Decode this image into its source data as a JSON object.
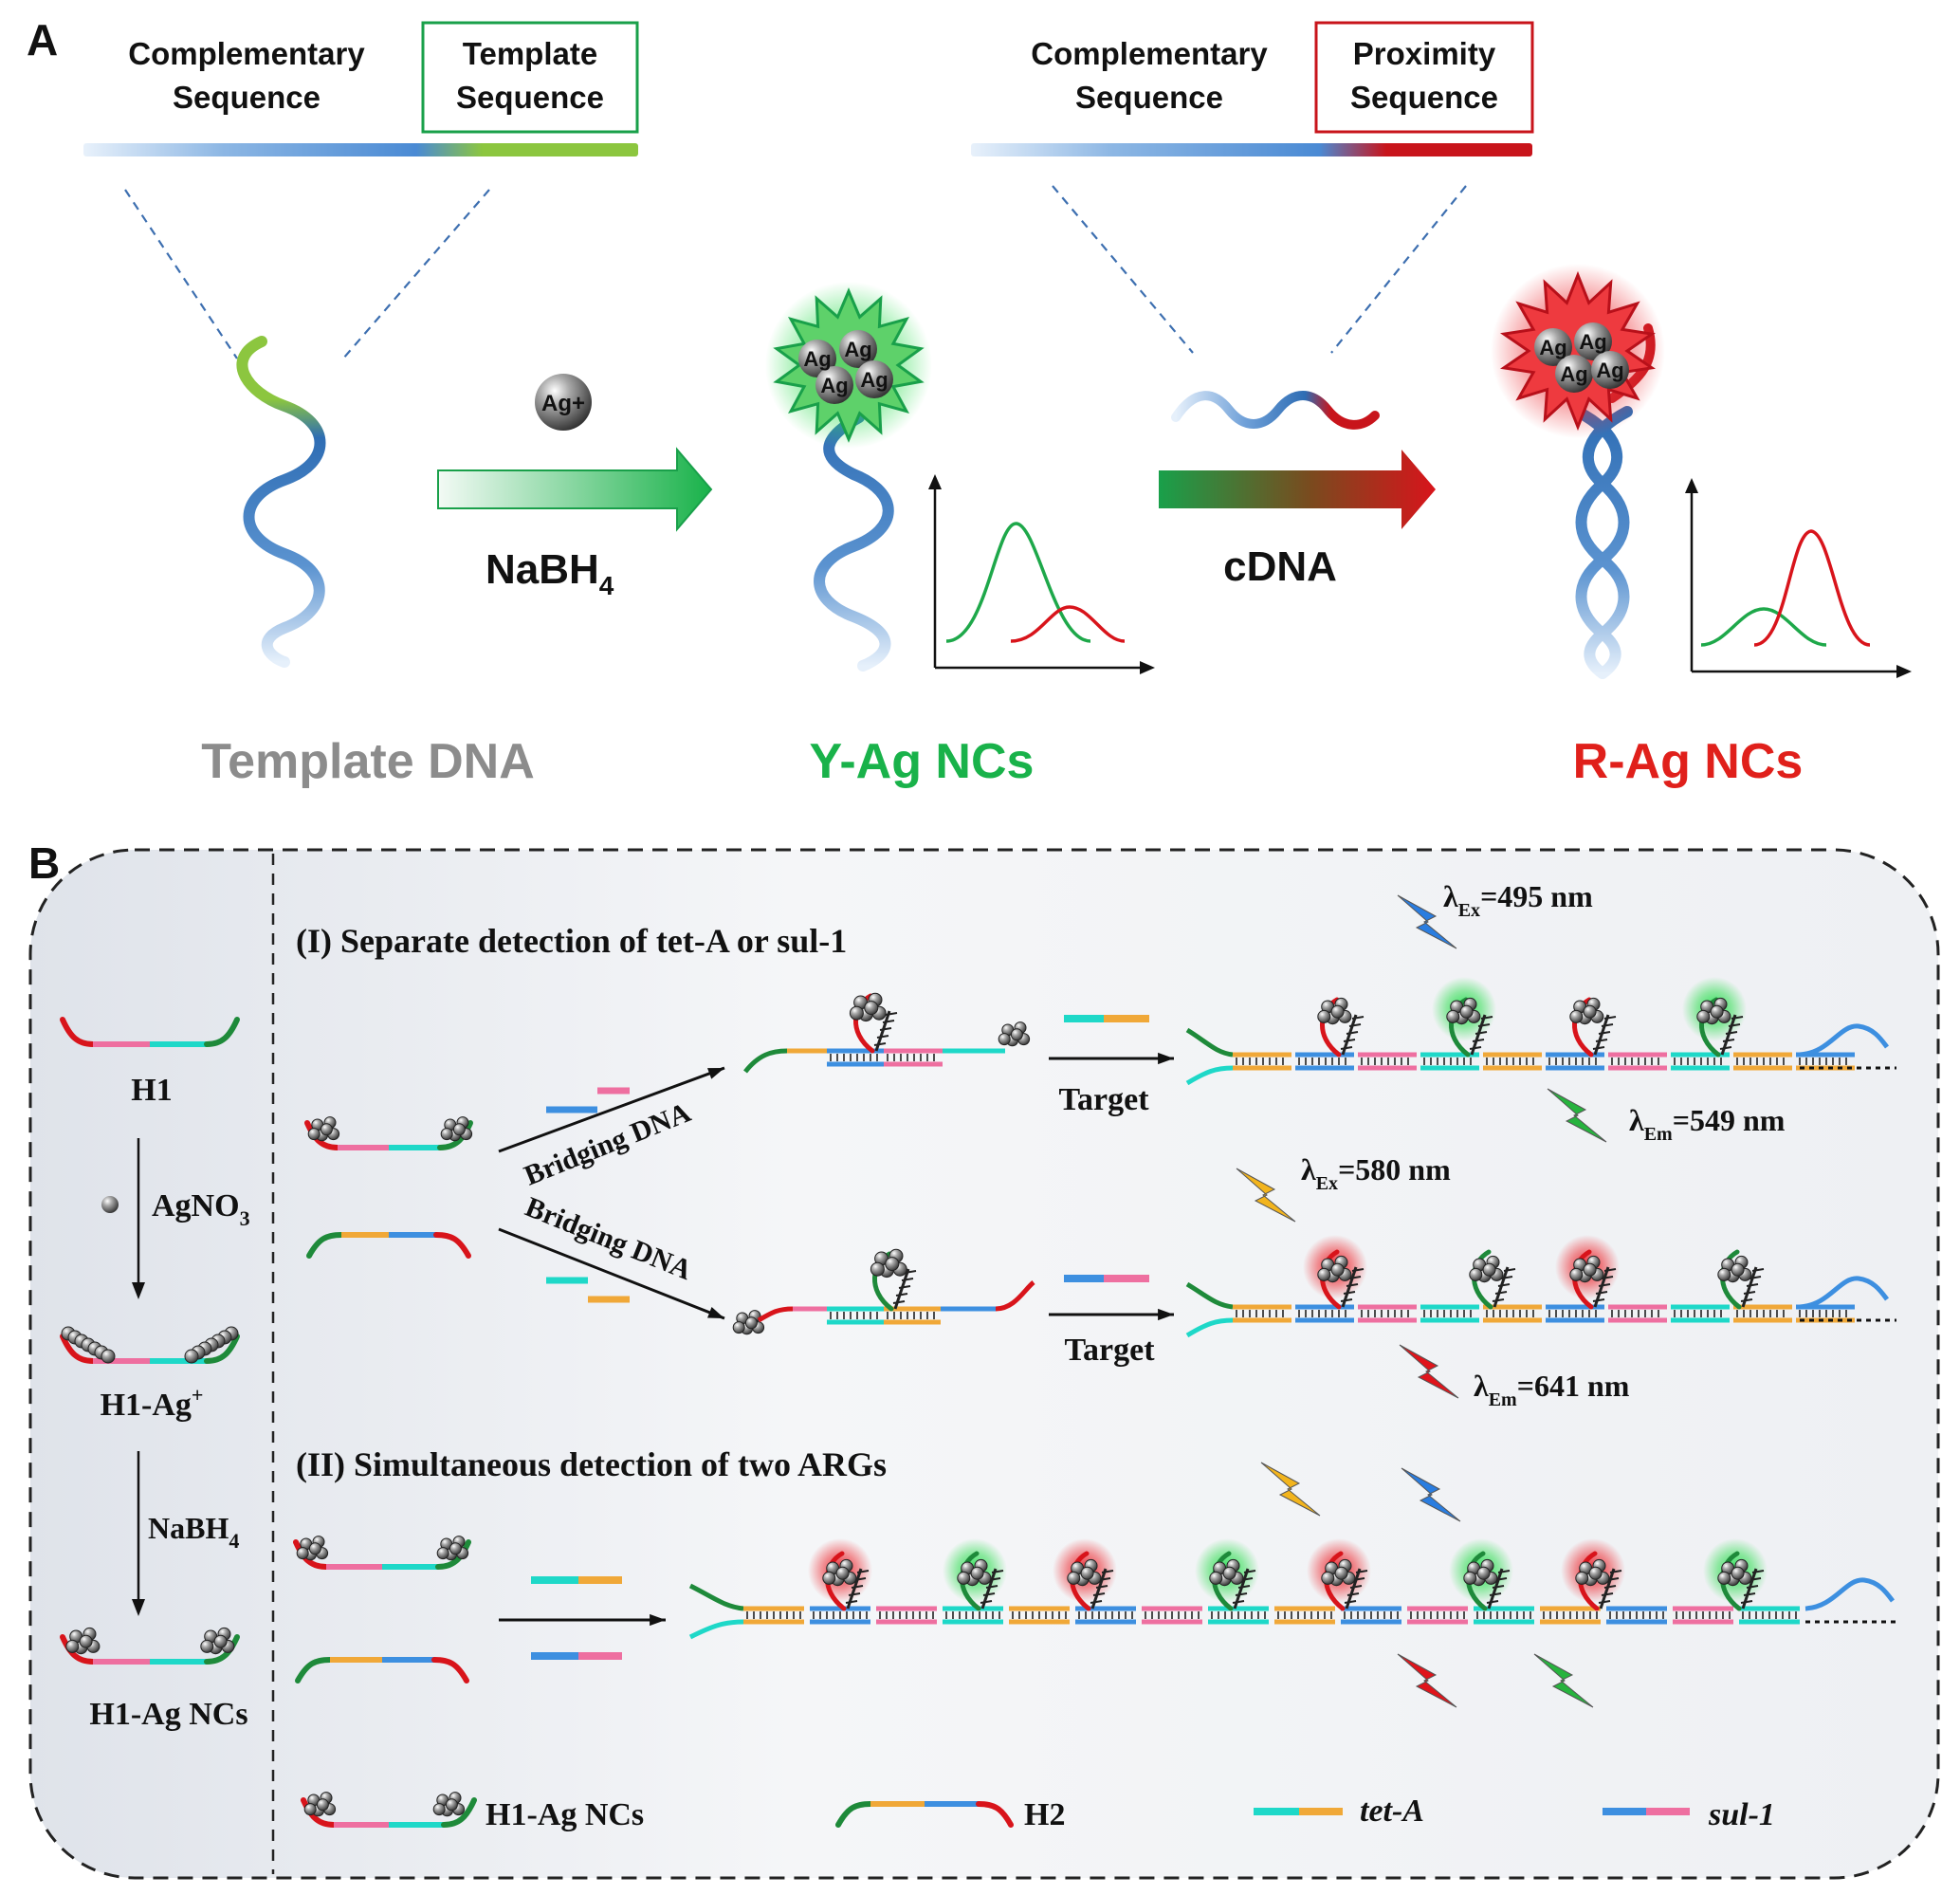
{
  "panel_a": {
    "letter": "A",
    "left_seq": {
      "comp_line1": "Complementary",
      "comp_line2": "Sequence",
      "box_line1": "Template",
      "box_line2": "Sequence"
    },
    "right_seq": {
      "comp_line1": "Complementary",
      "comp_line2": "Sequence",
      "box_line1": "Proximity",
      "box_line2": "Sequence"
    },
    "ag_ion": "Ag+",
    "reductant": "NaBH",
    "reductant_sub": "4",
    "cdna": "cDNA",
    "cluster_atom": "Ag",
    "labels": {
      "template": "Template DNA",
      "yag": "Y-Ag NCs",
      "rag": "R-Ag NCs"
    },
    "colors": {
      "template_label": "#8c8c8c",
      "yag": "#19b24a",
      "rag": "#e0201b",
      "green_seq": "#8cc63f",
      "red_seq": "#c8141b",
      "blue_dna": "#2e6db4"
    }
  },
  "panel_b": {
    "letter": "B",
    "left": {
      "h1": "H1",
      "agno3": "AgNO",
      "agno3_sub": "3",
      "h1ag": "H1-Ag",
      "h1ag_sup": "+",
      "nabh4": "NaBH",
      "nabh4_sub": "4",
      "h1agncs": "H1-Ag NCs"
    },
    "section1": {
      "prefix": "(I)  Separate detection of ",
      "gene1": "tet-A",
      "mid": " or ",
      "gene2": "sul-1"
    },
    "bridging": "Bridging DNA",
    "target": "Target",
    "green_ex": {
      "lambda": "λ",
      "sub": "Ex",
      "value": "=495 nm"
    },
    "green_em": {
      "lambda": "λ",
      "sub": "Em",
      "value": "=549 nm"
    },
    "red_ex": {
      "lambda": "λ",
      "sub": "Ex",
      "value": "=580 nm"
    },
    "red_em": {
      "lambda": "λ",
      "sub": "Em",
      "value": "=641 nm"
    },
    "section2": "(II)  Simultaneous detection of two ARGs",
    "legend": {
      "h1agncs": "H1-Ag  NCs",
      "h2": "H2",
      "teta": "tet-A",
      "sul1": "sul-1"
    },
    "colors": {
      "cyan": "#1ed8c8",
      "orange": "#f0a838",
      "blue": "#3d8fe0",
      "pink": "#ee6fa0",
      "red": "#d8141b",
      "darkgreen": "#1e8a3a"
    }
  }
}
